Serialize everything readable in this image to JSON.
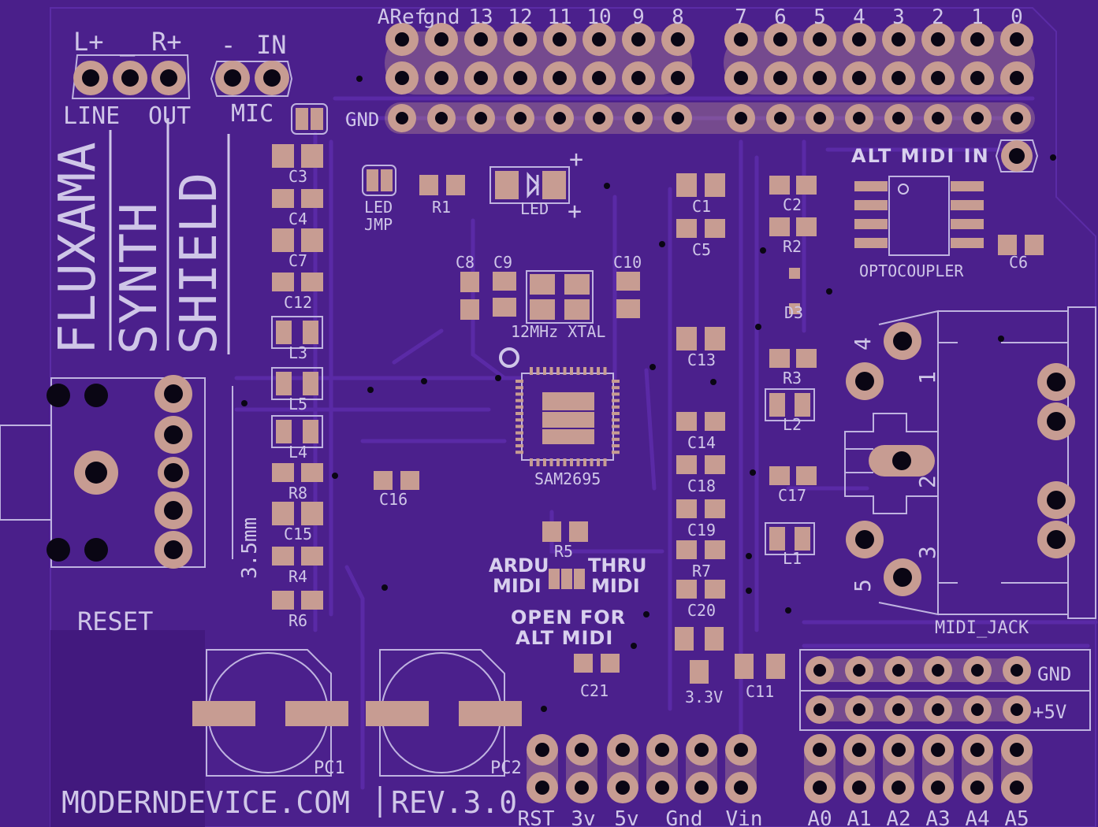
{
  "board": {
    "brand": "MODERNDEVICE.COM",
    "revision": "REV.3.0",
    "title_line1": "FLUXAMA",
    "title_line2": "SYNTH",
    "title_line3": "SHIELD",
    "colors": {
      "pcb": "#4a1f8a",
      "pcb_dark": "#3e187a",
      "silk": "#cfc6e8",
      "pad": "#c79c92",
      "hole": "#0a0614"
    }
  },
  "labels": {
    "line_out": {
      "l_plus": "L+",
      "minus": "_",
      "r_plus": "R+",
      "line": "LINE",
      "out": "OUT"
    },
    "mic": {
      "minus": "-",
      "in": "IN",
      "mic": "MIC"
    },
    "gnd_top": "GND",
    "gnd_right": "GND",
    "plus5v": "+5V",
    "alt_midi_in": "ALT MIDI IN",
    "optocoupler": "OPTOCOUPLER",
    "midi_jack": "MIDI_JACK",
    "reset": "RESET",
    "jack_35": "3.5mm",
    "xtal": "12MHz XTAL",
    "chip": "SAM2695",
    "led_jmp_1": "LED",
    "led_jmp_2": "JMP",
    "led": "LED",
    "ardu_midi_1": "ARDU",
    "ardu_midi_2": "MIDI",
    "thru_midi_1": "THRU",
    "thru_midi_2": "MIDI",
    "open_alt_1": "OPEN FOR",
    "open_alt_2": "ALT MIDI",
    "v33": "3.3V",
    "pc1": "PC1",
    "pc2": "PC2",
    "midi_pins": [
      "4",
      "1",
      "2",
      "3",
      "5"
    ]
  },
  "digital_header": [
    "ARef",
    "gnd",
    "13",
    "12",
    "11",
    "10",
    "9",
    "8",
    "7",
    "6",
    "5",
    "4",
    "3",
    "2",
    "1",
    "0"
  ],
  "power_header": [
    "RST",
    "3v",
    "5v",
    "Gnd",
    "Vin"
  ],
  "analog_header": [
    "A0",
    "A1",
    "A2",
    "A3",
    "A4",
    "A5"
  ],
  "components": {
    "c3": "C3",
    "c4": "C4",
    "c7": "C7",
    "c12": "C12",
    "l3": "L3",
    "l5": "L5",
    "l4": "L4",
    "r8": "R8",
    "c15": "C15",
    "r4": "R4",
    "r6": "R6",
    "r1": "R1",
    "c8": "C8",
    "c9": "C9",
    "c10": "C10",
    "c1": "C1",
    "c5": "C5",
    "c2": "C2",
    "r2": "R2",
    "c6": "C6",
    "d3": "D3",
    "c13": "C13",
    "r3": "R3",
    "l2": "L2",
    "c14": "C14",
    "c18": "C18",
    "c19": "C19",
    "r7": "R7",
    "c20": "C20",
    "c17": "C17",
    "l1": "L1",
    "c16": "C16",
    "r5": "R5",
    "c21": "C21",
    "c11": "C11"
  }
}
